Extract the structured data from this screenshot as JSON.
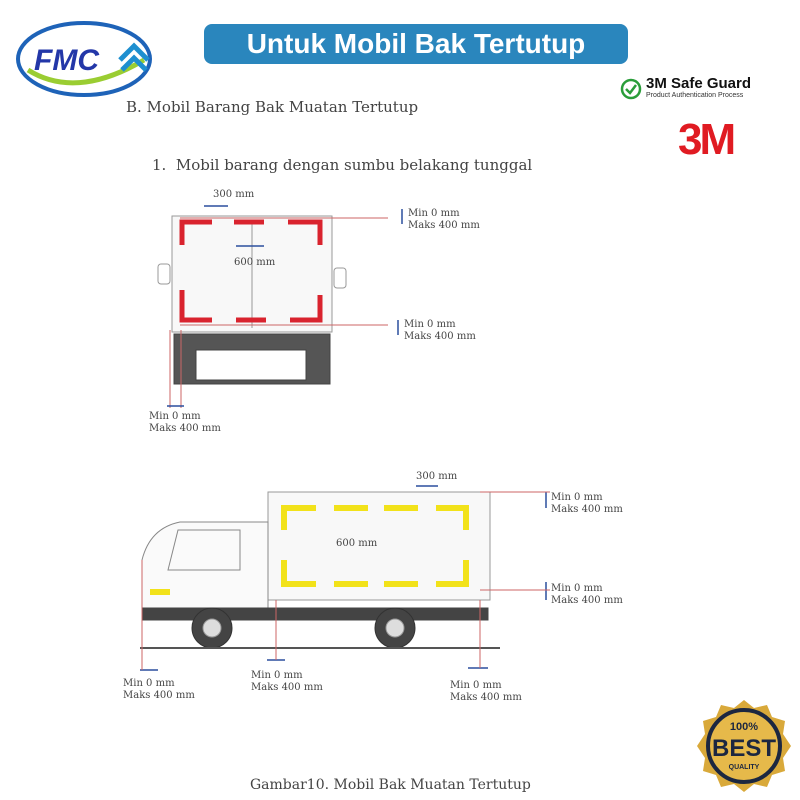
{
  "header": {
    "logo_text": "FMC",
    "banner": "Untuk Mobil Bak Tertutup"
  },
  "safeguard": {
    "title": "3M Safe Guard",
    "subtitle": "Product Authentication Process"
  },
  "brand_logo": "3M",
  "document": {
    "section": "B. Mobil Barang Bak Muatan Tertutup",
    "item": "1.  Mobil barang dengan sumbu belakang tunggal",
    "caption": "Gambar10. Mobil Bak Muatan Tertutup",
    "rear_view": {
      "gap_top": "300 mm",
      "gap_mid": "600 mm",
      "top_right": "Min 0 mm\nMaks 400 mm",
      "bottom_right": "Min 0 mm\nMaks 400 mm",
      "bottom_left": "Min 0 mm\nMaks 400 mm"
    },
    "side_view": {
      "gap_top": "300 mm",
      "gap_mid": "600 mm",
      "top_right": "Min 0 mm\nMaks 400 mm",
      "bottom_right": "Min 0 mm\nMaks 400 mm",
      "front": "Min 0 mm\nMaks 400 mm",
      "middle": "Min 0 mm\nMaks 400 mm",
      "rear": "Min 0 mm\nMaks 400 mm"
    }
  },
  "badge": {
    "top": "100%",
    "main": "BEST",
    "bottom": "QUALITY"
  },
  "colors": {
    "banner": "#2a86bd",
    "rear_marker": "#d9232e",
    "side_marker": "#f2e21a",
    "dim_arrow": "#2b4f9e",
    "brand": "#e01b22"
  }
}
